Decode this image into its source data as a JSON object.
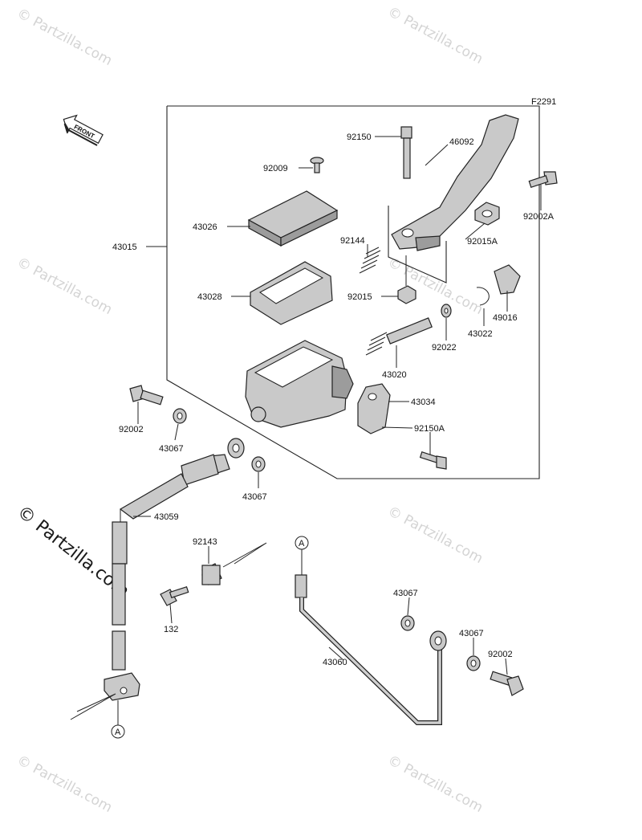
{
  "figure_code": "F2291",
  "front_arrow_label": "FRONT",
  "callouts": {
    "p92150": "92150",
    "p46092": "46092",
    "p92009": "92009",
    "p92002A": "92002A",
    "p43026": "43026",
    "p43015": "43015",
    "p92144": "92144",
    "p92015A": "92015A",
    "p43028": "43028",
    "p92015": "92015",
    "p49016": "49016",
    "p43022": "43022",
    "p92022": "92022",
    "p43020": "43020",
    "p43034": "43034",
    "p92150A": "92150A",
    "p92002a": "92002",
    "p43067a": "43067",
    "p43067b": "43067",
    "p43059": "43059",
    "p92143": "92143",
    "p132": "132",
    "p43067c": "43067",
    "p43060": "43060",
    "p43067d": "43067",
    "p92002b": "92002"
  },
  "connector_marker": "A",
  "watermark": {
    "small": "© Partzilla.com",
    "large": "© Partzilla.com"
  }
}
